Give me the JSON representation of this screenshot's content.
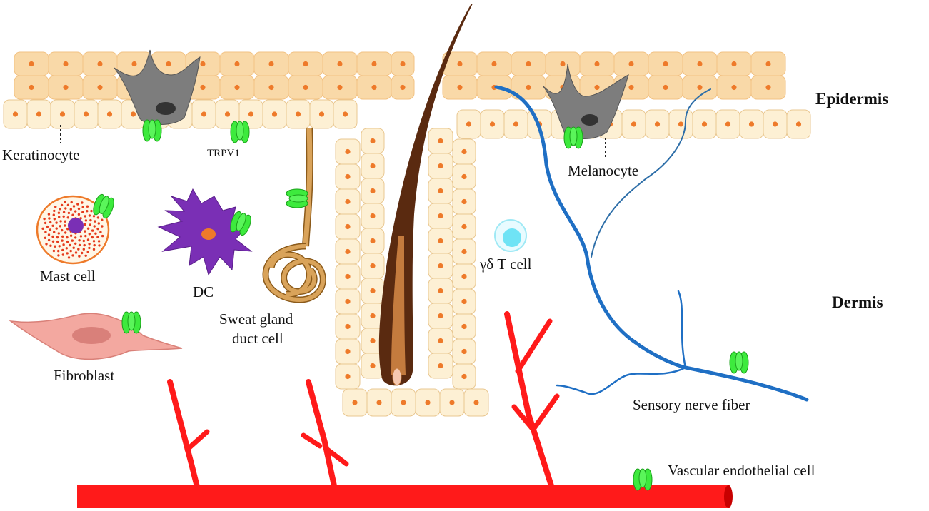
{
  "labels": {
    "epidermis": "Epidermis",
    "dermis": "Dermis",
    "keratinocyte": "Keratinocyte",
    "trpv1": "TRPV1",
    "melanocyte": "Melanocyte",
    "mast_cell": "Mast cell",
    "dc": "DC",
    "sweat_gland_line1": "Sweat gland",
    "sweat_gland_line2": "duct cell",
    "gd_t_cell": "γδ T cell",
    "fibroblast": "Fibroblast",
    "sensory_nerve_fiber": "Sensory nerve fiber",
    "vascular_endothelial_cell": "Vascular endothelial cell"
  },
  "colors": {
    "cell_outer": "#f9d9a8",
    "cell_inner": "#fdf0d4",
    "nucleus": "#ee7a2a",
    "trpv1": "#3dea3d",
    "nerve": "#1f6fc4",
    "vessel": "#ff1a1a",
    "melanocyte": "#7a7a7a",
    "dc": "#7a2fb5",
    "hair": "#5a2a10",
    "mast_dots": "#e53b1c",
    "fibroblast": "#f3a8a0",
    "t_cell": "#6fe3f5"
  }
}
